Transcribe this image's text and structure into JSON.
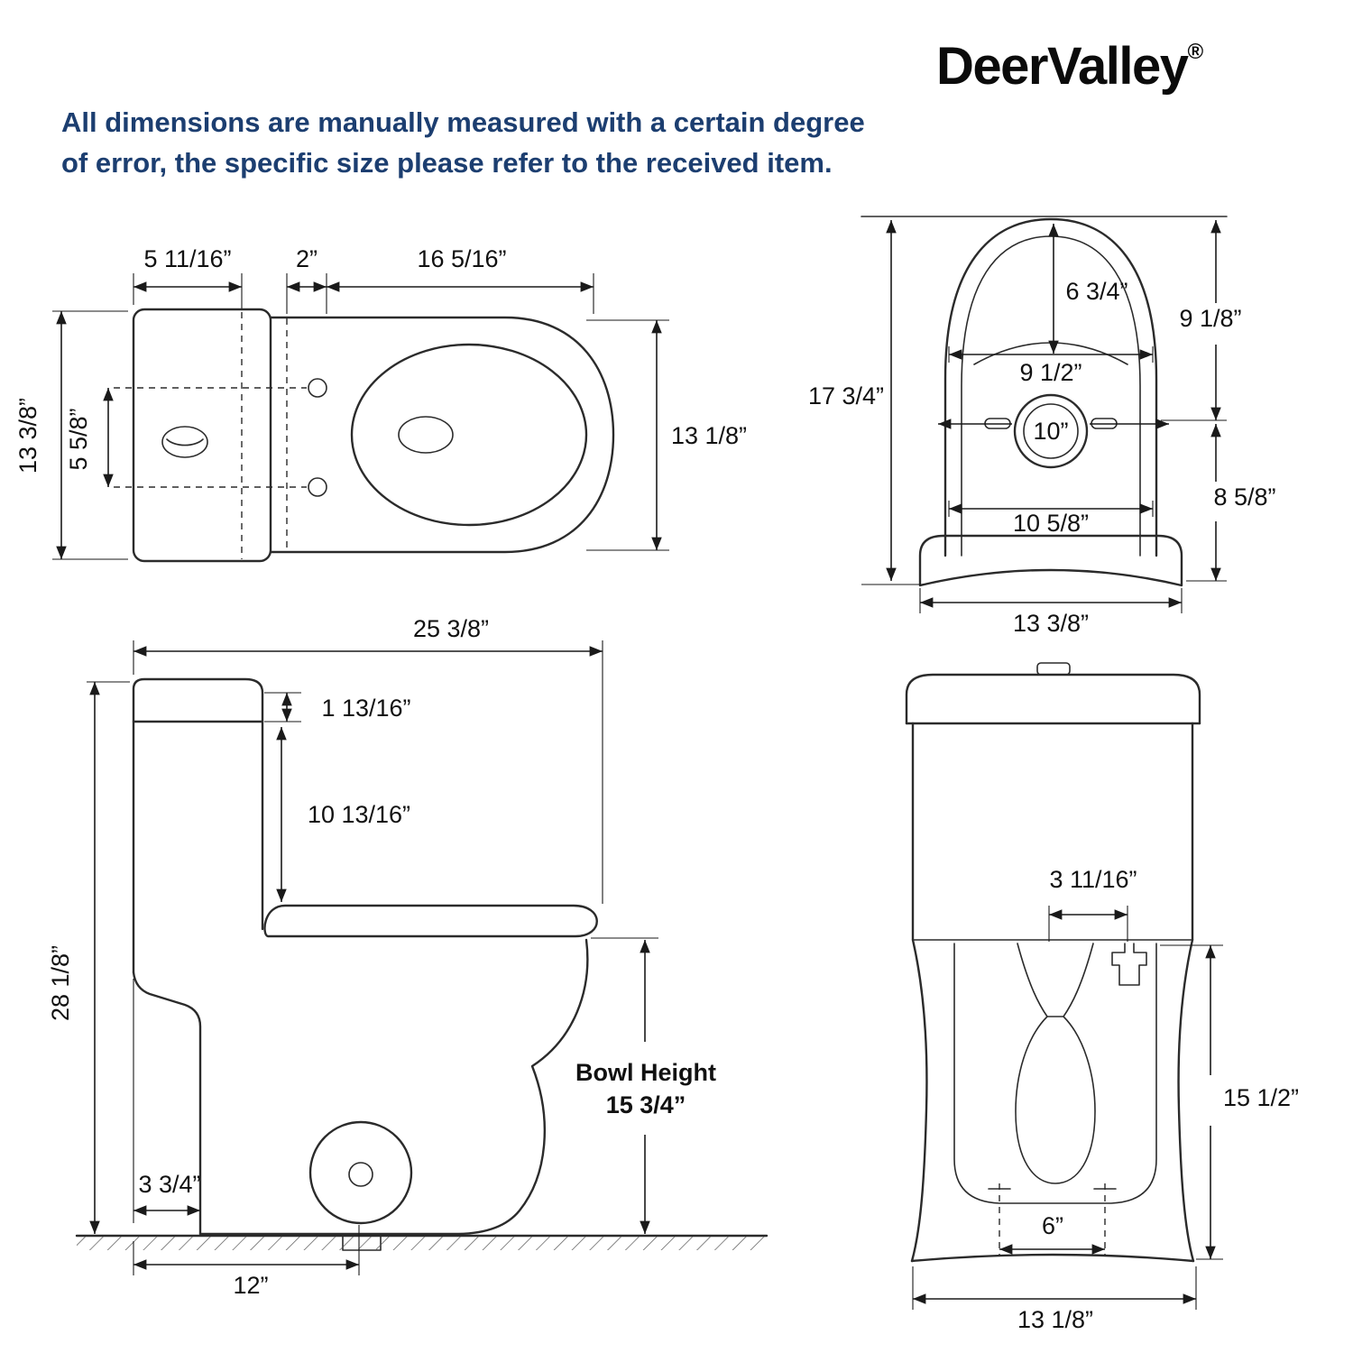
{
  "brand": {
    "name": "DeerValley",
    "reg": "®"
  },
  "disclaimer": {
    "line1": "All dimensions are manually measured with a certain degree",
    "line2": "of error, the specific size please refer to the received item."
  },
  "colors": {
    "disclaimer_text": "#1c3e70",
    "line_color": "#2b2b2b",
    "background": "#ffffff"
  },
  "views": {
    "plan": {
      "dims": {
        "tank_depth": "5 11/16”",
        "gap": "2”",
        "seat_length": "16 5/16”",
        "overall_width": "13 3/8”",
        "button_offset": "5 5/8”",
        "bowl_width": "13 1/8”"
      }
    },
    "rear": {
      "dims": {
        "overall_height": "17 3/4”",
        "lid_depth": "6 3/4”",
        "upper_height": "9 1/8”",
        "inner_width": "9 1/2”",
        "outlet": "10”",
        "lower_height": "8 5/8”",
        "inner_base_width": "10 5/8”",
        "base_width": "13 3/8”"
      }
    },
    "side": {
      "dims": {
        "overall_depth": "25 3/8”",
        "lid_thickness": "1 13/16”",
        "tank_height": "10 13/16”",
        "overall_height": "28 1/8”",
        "bowl_height_label": "Bowl Height",
        "bowl_height_value": "15 3/4”",
        "base_setback": "3 3/4”",
        "rough_in": "12”"
      }
    },
    "front": {
      "dims": {
        "valve_width": "3 11/16”",
        "trap_height": "15 1/2”",
        "bolt_spacing": "6”",
        "base_width": "13 1/8”"
      }
    }
  }
}
